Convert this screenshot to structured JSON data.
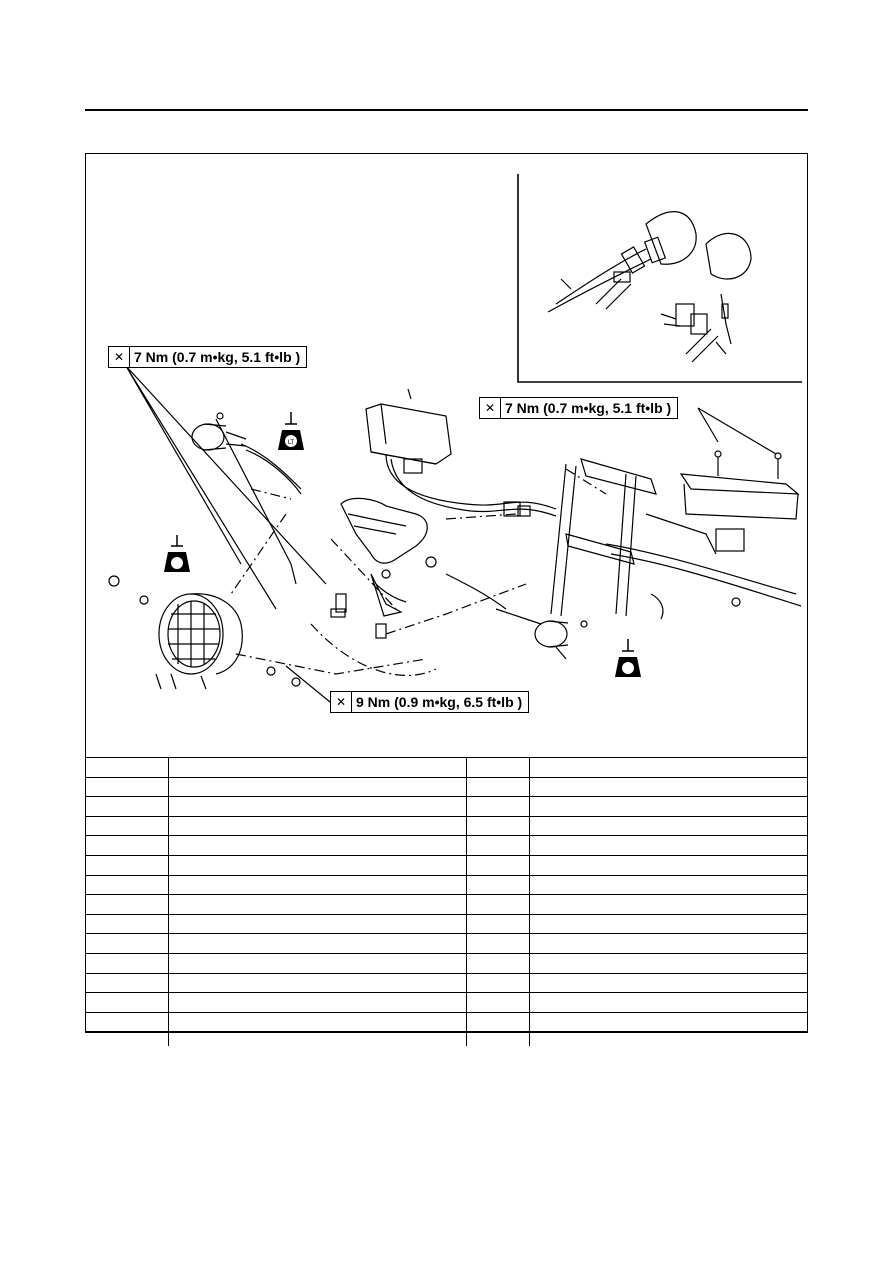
{
  "torque_specs": [
    {
      "label": "7 Nm (0.7 m•kg, 5.1 ft•lb )",
      "icon": "torque-wrench-icon"
    },
    {
      "label": "7 Nm (0.7 m•kg, 5.1 ft•lb )",
      "icon": "torque-wrench-icon"
    },
    {
      "label": "9 Nm (0.9 m•kg, 6.5 ft•lb )",
      "icon": "torque-wrench-icon"
    }
  ],
  "locktite_label": "LT",
  "parts_table": {
    "rows": [
      [
        "",
        "",
        "",
        ""
      ],
      [
        "",
        "",
        "",
        ""
      ],
      [
        "",
        "",
        "",
        ""
      ],
      [
        "",
        "",
        "",
        ""
      ],
      [
        "",
        "",
        "",
        ""
      ],
      [
        "",
        "",
        "",
        ""
      ],
      [
        "",
        "",
        "",
        ""
      ],
      [
        "",
        "",
        "",
        ""
      ],
      [
        "",
        "",
        "",
        ""
      ],
      [
        "",
        "",
        "",
        ""
      ],
      [
        "",
        "",
        "",
        ""
      ],
      [
        "",
        "",
        "",
        ""
      ],
      [
        "",
        "",
        "",
        ""
      ],
      [
        "",
        "",
        "",
        ""
      ]
    ]
  }
}
